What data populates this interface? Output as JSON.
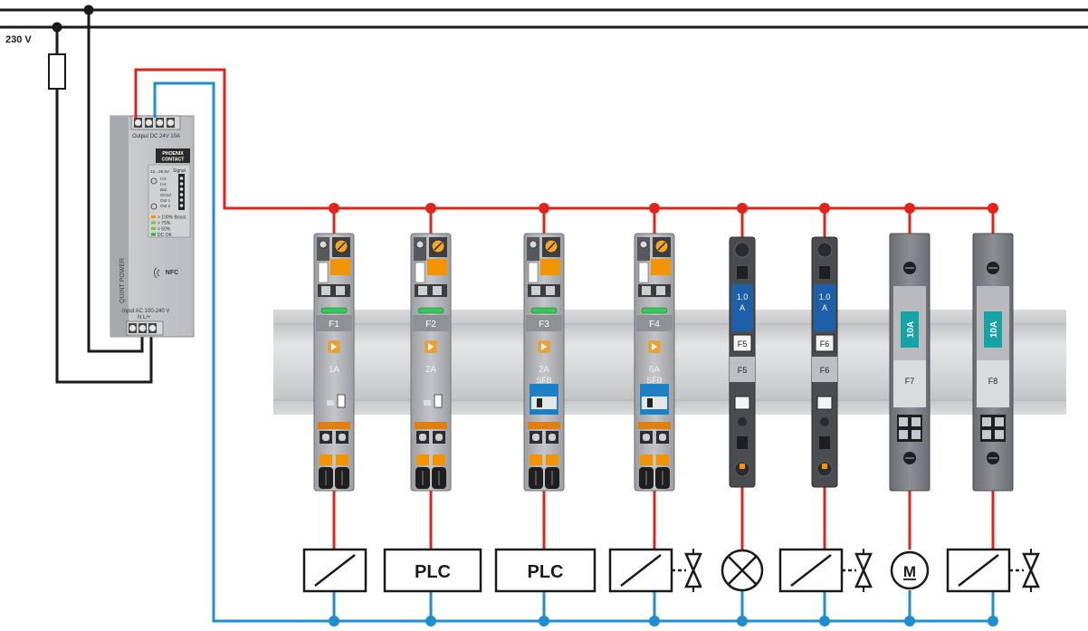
{
  "supply": {
    "voltage_label": "230 V"
  },
  "power_supply": {
    "brand": "PHOENIX CONTACT",
    "output_label": "Output DC 24V 10A",
    "input_label": "Input AC 100-240 V",
    "input_terminals": "N L/+",
    "series": "QUINT POWER",
    "nfc_label": "NFC",
    "signal_label": "Signal",
    "led_legend": [
      "> 100% Boost",
      "> 75%",
      "> 50%",
      "DC OK"
    ],
    "led_colors": [
      "#f29400",
      "#7fc241",
      "#7fc241",
      "#3aaa35"
    ]
  },
  "breakers": [
    {
      "tag": "F1",
      "rating": "1A",
      "sub": ""
    },
    {
      "tag": "F2",
      "rating": "2A",
      "sub": ""
    },
    {
      "tag": "F3",
      "rating": "2A",
      "sub": "SFB"
    },
    {
      "tag": "F4",
      "rating": "6A",
      "sub": "SFB"
    }
  ],
  "fuse_terminals": [
    {
      "tag": "F5",
      "rating_line1": "1.0",
      "rating_line2": "A",
      "label": "F5"
    },
    {
      "tag": "F6",
      "rating_line1": "1.0",
      "rating_line2": "A",
      "label": "F6"
    }
  ],
  "fuse_holders": [
    {
      "tag": "F7",
      "rating": "10A"
    },
    {
      "tag": "F8",
      "rating": "10A"
    }
  ],
  "loads": [
    {
      "kind": "relay-coil",
      "label": ""
    },
    {
      "kind": "plc",
      "label": "PLC"
    },
    {
      "kind": "plc",
      "label": "PLC"
    },
    {
      "kind": "solenoid-valve",
      "label": ""
    },
    {
      "kind": "lamp",
      "label": ""
    },
    {
      "kind": "solenoid-valve",
      "label": ""
    },
    {
      "kind": "motor",
      "label": "M"
    },
    {
      "kind": "solenoid-valve",
      "label": ""
    }
  ],
  "colors": {
    "positive_wire": "#e2231a",
    "negative_wire": "#1d8fd0",
    "mains_wire": "#1a1a1a",
    "fuse_terminal_label": "#1d5fa8",
    "fuse_holder_label": "#15a3a5"
  }
}
